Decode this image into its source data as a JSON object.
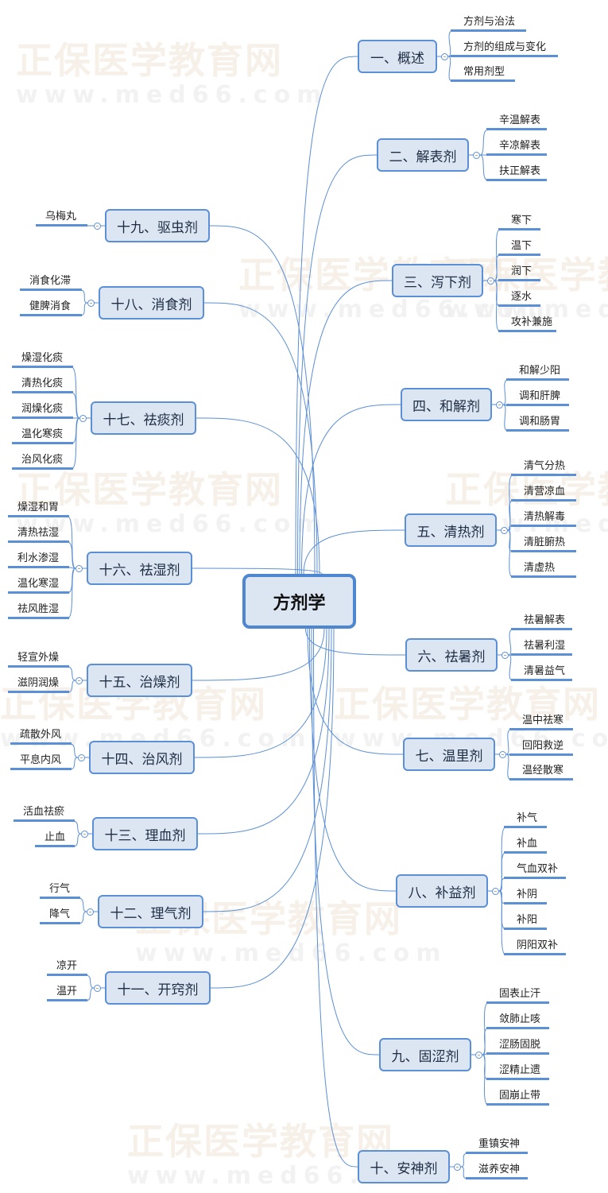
{
  "watermark": {
    "brand": "正保医学教育网",
    "url": "www.med66.com"
  },
  "root": {
    "label": "方剂学"
  },
  "branches": [
    {
      "label": "一、概述",
      "children": [
        "方剂与治法",
        "方剂的组成与变化",
        "常用剂型"
      ]
    },
    {
      "label": "二、解表剂",
      "children": [
        "辛温解表",
        "辛凉解表",
        "扶正解表"
      ]
    },
    {
      "label": "三、泻下剂",
      "children": [
        "寒下",
        "温下",
        "润下",
        "逐水",
        "攻补兼施"
      ]
    },
    {
      "label": "四、和解剂",
      "children": [
        "和解少阳",
        "调和肝脾",
        "调和肠胃"
      ]
    },
    {
      "label": "五、清热剂",
      "children": [
        "清气分热",
        "清营凉血",
        "清热解毒",
        "清脏腑热",
        "清虚热"
      ]
    },
    {
      "label": "六、祛暑剂",
      "children": [
        "祛暑解表",
        "祛暑利湿",
        "清暑益气"
      ]
    },
    {
      "label": "七、温里剂",
      "children": [
        "温中祛寒",
        "回阳救逆",
        "温经散寒"
      ]
    },
    {
      "label": "八、补益剂",
      "children": [
        "补气",
        "补血",
        "气血双补",
        "补阴",
        "补阳",
        "阴阳双补"
      ]
    },
    {
      "label": "九、固涩剂",
      "children": [
        "固表止汗",
        "敛肺止咳",
        "涩肠固脱",
        "涩精止遗",
        "固崩止带"
      ]
    },
    {
      "label": "十、安神剂",
      "children": [
        "重镇安神",
        "滋养安神"
      ]
    },
    {
      "label": "十一、开窍剂",
      "children": [
        "凉开",
        "温开"
      ]
    },
    {
      "label": "十二、理气剂",
      "children": [
        "行气",
        "降气"
      ]
    },
    {
      "label": "十三、理血剂",
      "children": [
        "活血祛瘀",
        "止血"
      ]
    },
    {
      "label": "十四、治风剂",
      "children": [
        "疏散外风",
        "平息内风"
      ]
    },
    {
      "label": "十五、治燥剂",
      "children": [
        "轻宣外燥",
        "滋阴润燥"
      ]
    },
    {
      "label": "十六、祛湿剂",
      "children": [
        "燥湿和胃",
        "清热祛湿",
        "利水渗湿",
        "温化寒湿",
        "祛风胜湿"
      ]
    },
    {
      "label": "十七、祛痰剂",
      "children": [
        "燥湿化痰",
        "清热化痰",
        "润燥化痰",
        "温化寒痰",
        "治风化痰"
      ]
    },
    {
      "label": "十八、消食剂",
      "children": [
        "消食化滞",
        "健脾消食"
      ]
    },
    {
      "label": "十九、驱虫剂",
      "children": [
        "乌梅丸"
      ]
    }
  ],
  "colors": {
    "line": "#5b8fd6",
    "box_fill": "#dce6f2"
  }
}
